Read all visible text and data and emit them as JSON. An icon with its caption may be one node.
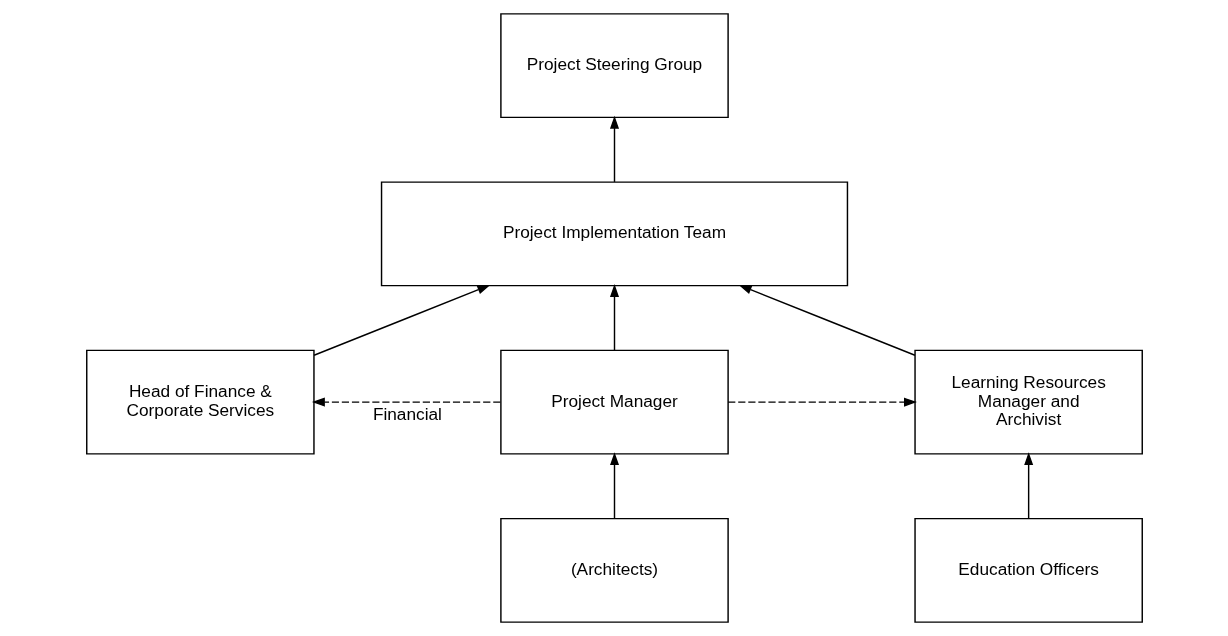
{
  "diagram": {
    "nodes": [
      {
        "text": [
          "Project Steering Group"
        ]
      },
      {
        "text": [
          "Project Implementation Team"
        ]
      },
      {
        "text": [
          "Head of Finance & Corporate Services"
        ]
      },
      {
        "text": [
          "Project Manager"
        ]
      },
      {
        "text": [
          "Learning Resources Manager and Archivist"
        ]
      },
      {
        "text": [
          "(Architects)"
        ]
      },
      {
        "text": [
          "Education Officers"
        ]
      }
    ],
    "edges": [
      {
        "from": 1,
        "to": 0,
        "arrow": "to"
      },
      {
        "from": 2,
        "to": 1,
        "arrow": "to"
      },
      {
        "from": 3,
        "to": 1,
        "arrow": "to"
      },
      {
        "from": 4,
        "to": 1,
        "arrow": "to"
      },
      {
        "from": 3,
        "to": 2,
        "arrow": "to",
        "style": "dashed",
        "label": "Financial"
      },
      {
        "from": 3,
        "to": 4,
        "arrow": "to",
        "style": "dashed"
      },
      {
        "from": 5,
        "to": 3,
        "arrow": "to"
      },
      {
        "from": 6,
        "to": 4,
        "arrow": "to"
      }
    ]
  }
}
